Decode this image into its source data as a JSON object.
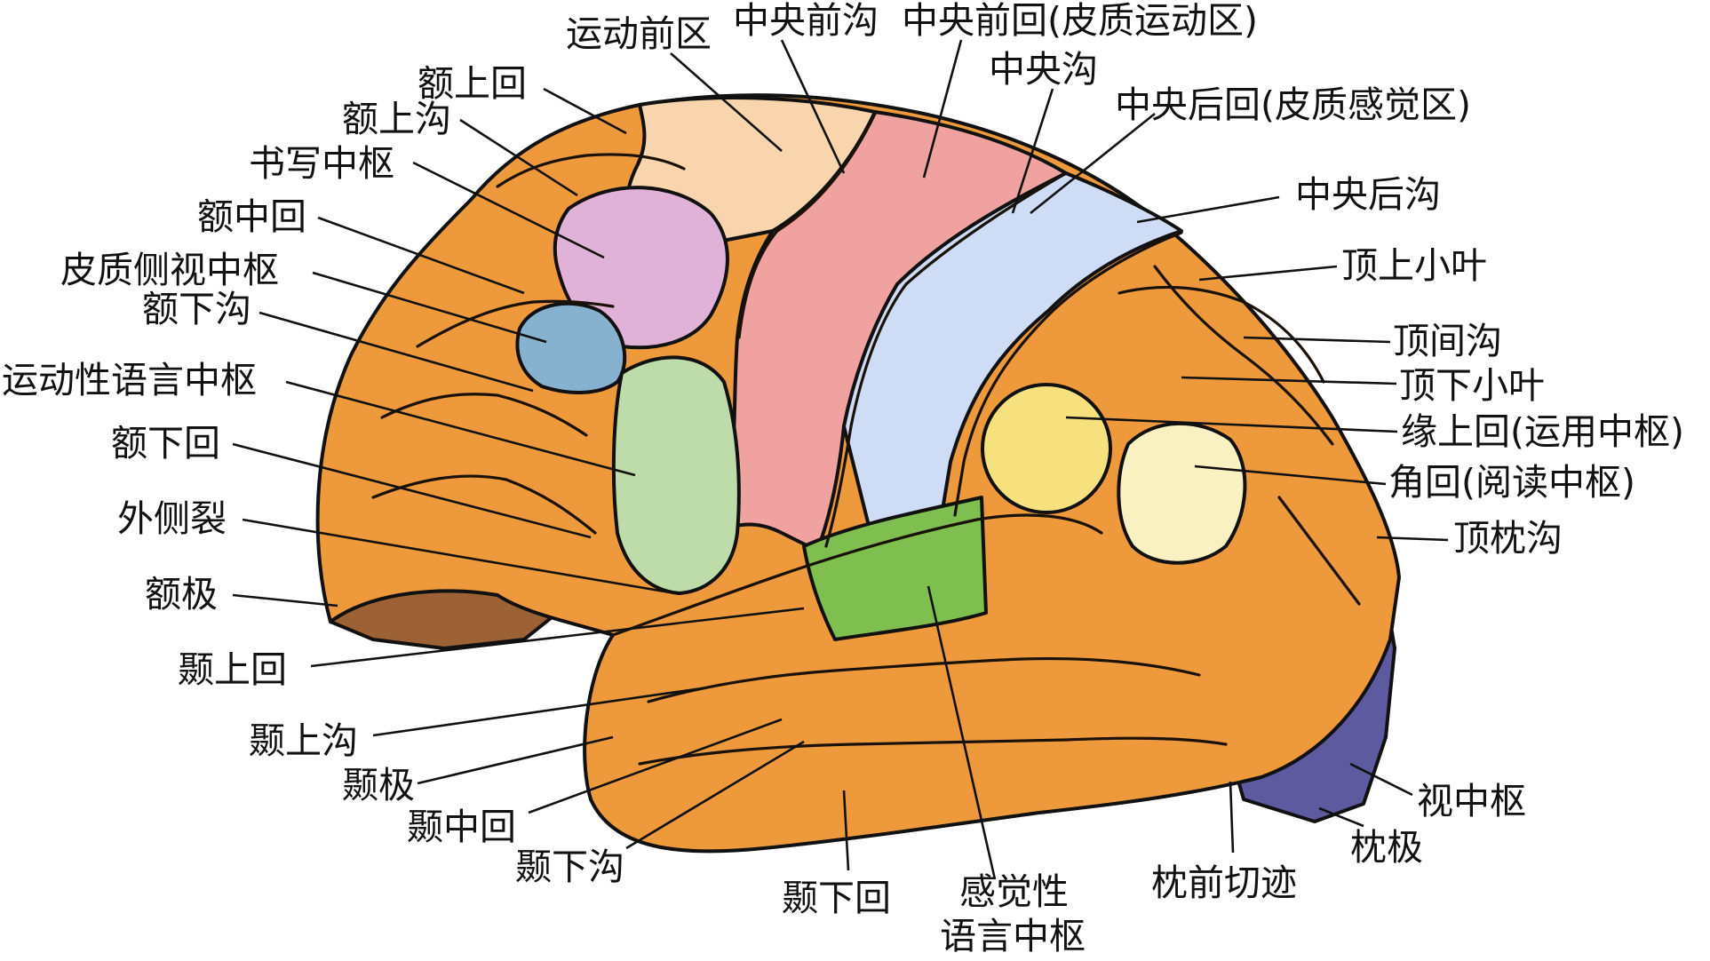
{
  "colors": {
    "background": "#ffffff",
    "brain_orange": "#ee9a3c",
    "premotor_area": "#f8d5ac",
    "precentral_gyrus": "#f0a2a0",
    "postcentral_gyrus": "#cfdcf5",
    "writing_center": "#e0b2d8",
    "lateral_gaze_center": "#86b2d0",
    "motor_speech_center": "#bddcaa",
    "sensory_speech_center": "#7fbf4f",
    "supramarginal_gyrus": "#f7e07e",
    "angular_gyrus": "#f9f1c2",
    "visual_center": "#5d5aa0",
    "frontal_pole": "#9c6235"
  },
  "labels": {
    "premotor_area": "运动前区",
    "precentral_sulcus": "中央前沟",
    "precentral_gyrus": "中央前回(皮质运动区)",
    "central_sulcus": "中央沟",
    "postcentral_gyrus": "中央后回(皮质感觉区)",
    "postcentral_sulcus": "中央后沟",
    "superior_parietal_lobule": "顶上小叶",
    "intraparietal_sulcus": "顶间沟",
    "inferior_parietal_lobule": "顶下小叶",
    "supramarginal_gyrus": "缘上回(运用中枢)",
    "angular_gyrus": "角回(阅读中枢)",
    "parieto_occipital_sulcus": "顶枕沟",
    "visual_center": "视中枢",
    "occipital_pole": "枕极",
    "preoccipital_notch": "枕前切迹",
    "sensory_speech_center_line1": "感觉性",
    "sensory_speech_center_line2": "语言中枢",
    "inferior_temporal_gyrus": "颞下回",
    "inferior_temporal_sulcus": "颞下沟",
    "middle_temporal_gyrus": "颞中回",
    "temporal_pole": "颞极",
    "superior_temporal_sulcus": "颞上沟",
    "superior_temporal_gyrus": "颞上回",
    "frontal_pole": "额极",
    "lateral_sulcus": "外侧裂",
    "inferior_frontal_gyrus": "额下回",
    "motor_speech_center": "运动性语言中枢",
    "inferior_frontal_sulcus": "额下沟",
    "lateral_gaze_center": "皮质侧视中枢",
    "middle_frontal_gyrus": "额中回",
    "writing_center": "书写中枢",
    "superior_frontal_sulcus": "额上沟",
    "superior_frontal_gyrus": "额上回"
  }
}
